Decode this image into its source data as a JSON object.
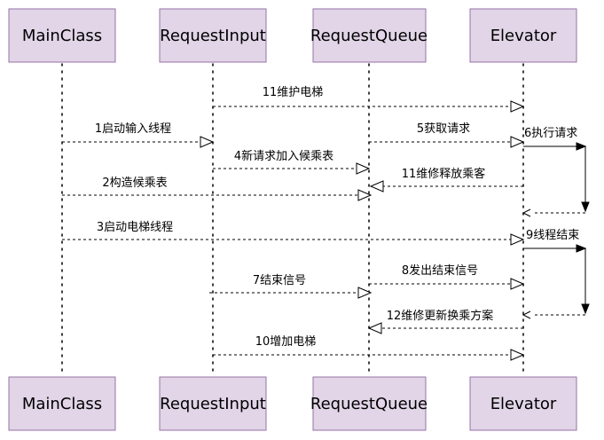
{
  "participants": [
    {
      "id": "main",
      "label": "MainClass"
    },
    {
      "id": "input",
      "label": "RequestInput"
    },
    {
      "id": "queue",
      "label": "RequestQueue"
    },
    {
      "id": "elev",
      "label": "Elevator"
    }
  ],
  "messages": [
    {
      "id": "m11a",
      "text": "11维护电梯",
      "from": "input",
      "to": "elev",
      "style": "dashed-open"
    },
    {
      "id": "m1",
      "text": "1启动输入线程",
      "from": "main",
      "to": "input",
      "style": "dashed-open"
    },
    {
      "id": "m5",
      "text": "5获取请求",
      "from": "queue",
      "to": "elev",
      "style": "dashed-open"
    },
    {
      "id": "m6",
      "text": "6执行请求",
      "from": "elev",
      "to": "elev",
      "style": "self-solid"
    },
    {
      "id": "m4",
      "text": "4新请求加入候乘表",
      "from": "input",
      "to": "queue",
      "style": "dashed-open"
    },
    {
      "id": "m11b",
      "text": "11维修释放乘客",
      "from": "elev",
      "to": "queue",
      "style": "dashed-open"
    },
    {
      "id": "m2",
      "text": "2构造候乘表",
      "from": "main",
      "to": "queue",
      "style": "dashed-open"
    },
    {
      "id": "m3",
      "text": "3启动电梯线程",
      "from": "main",
      "to": "elev",
      "style": "dashed-open"
    },
    {
      "id": "m9",
      "text": "9线程结束",
      "from": "elev",
      "to": "elev",
      "style": "self-solid"
    },
    {
      "id": "m7",
      "text": "7结束信号",
      "from": "input",
      "to": "queue",
      "style": "dashed-open"
    },
    {
      "id": "m8",
      "text": "8发出结束信号",
      "from": "queue",
      "to": "elev",
      "style": "dashed-open"
    },
    {
      "id": "m12",
      "text": "12维修更新换乘方案",
      "from": "elev",
      "to": "queue",
      "style": "dashed-open"
    },
    {
      "id": "m10",
      "text": "10增加电梯",
      "from": "input",
      "to": "elev",
      "style": "dashed-open"
    }
  ],
  "colors": {
    "box_fill": "#e1d5e7",
    "box_stroke": "#9673a6"
  }
}
